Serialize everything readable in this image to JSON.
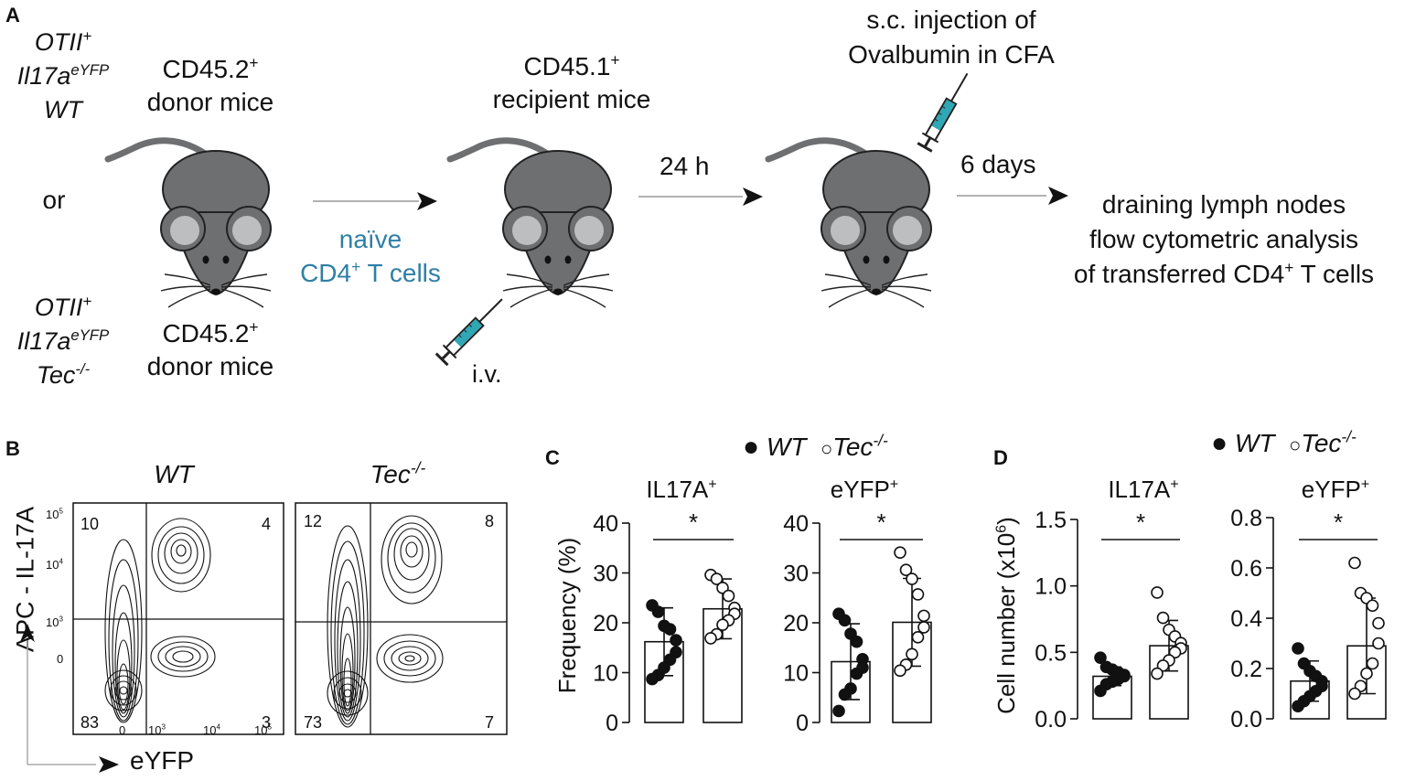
{
  "panel_letters": {
    "A": "A",
    "B": "B",
    "C": "C",
    "D": "D"
  },
  "panelA": {
    "donor1": {
      "line1": "OTII",
      "line1_sup": "+",
      "line2": "Il17a",
      "line2_sup": "eYFP",
      "line3": "WT"
    },
    "or_text": "or",
    "donor2": {
      "line1": "OTII",
      "line1_sup": "+",
      "line2": "Il17a",
      "line2_sup": "eYFP",
      "line3": "Tec",
      "line3_sup": "-/-"
    },
    "donor_top": {
      "cd": "CD45.2",
      "sup": "+",
      "label": "donor mice"
    },
    "donor_bottom": {
      "cd": "CD45.2",
      "sup": "+",
      "label": "donor mice"
    },
    "transfer": {
      "line1": "naïve",
      "line2_pre": "CD4",
      "line2_sup": "+",
      "line2_post": " T cells"
    },
    "recipient": {
      "cd": "CD45.1",
      "sup": "+",
      "label": "recipient mice"
    },
    "iv": "i.v.",
    "time1": "24 h",
    "injection": {
      "line1": "s.c. injection of",
      "line2": "Ovalbumin in CFA"
    },
    "time2": "6 days",
    "outcome": {
      "line1": "draining lymph nodes",
      "line2": "flow cytometric analysis",
      "line3_pre": "of transferred CD4",
      "line3_sup": "+",
      "line3_post": " T cells"
    },
    "colors": {
      "mouse_body": "#6e6f71",
      "mouse_ear": "#bdbebf",
      "syringe_fluid": "#2fa7b4",
      "teal_text": "#2f7fa5"
    }
  },
  "panelB": {
    "y_axis_label": "APC - IL-17A",
    "x_axis_label": "eYFP",
    "y_ticks": [
      "10",
      "10",
      "10",
      "0"
    ],
    "y_tick_sups": [
      "5",
      "4",
      "3",
      ""
    ],
    "x_ticks": [
      "0",
      "10",
      "10",
      "10"
    ],
    "x_tick_sups": [
      "",
      "3",
      "4",
      "5"
    ],
    "plots": [
      {
        "title": "WT",
        "title_sup": "",
        "q_ul": "10",
        "q_ur": "4",
        "q_ll": "83",
        "q_lr": "3"
      },
      {
        "title": "Tec",
        "title_sup": "-/-",
        "q_ul": "12",
        "q_ur": "8",
        "q_ll": "73",
        "q_lr": "7"
      }
    ]
  },
  "panelC": {
    "legend": {
      "wt": "WT",
      "tec": "Tec",
      "tec_sup": "-/-"
    },
    "ylabel": "Frequency (%)",
    "subplots": [
      {
        "title": "IL17A",
        "title_sup": "+",
        "star": "*"
      },
      {
        "title": "eYFP",
        "title_sup": "+",
        "star": "*"
      }
    ]
  },
  "panelD": {
    "legend": {
      "wt": "WT",
      "tec": "Tec",
      "tec_sup": "-/-"
    },
    "ylabel": "Cell number (x10",
    "ylabel_sup": "6",
    "ylabel_close": ")",
    "subplots": [
      {
        "title": "IL17A",
        "title_sup": "+",
        "star": "*"
      },
      {
        "title": "eYFP",
        "title_sup": "+",
        "star": "*"
      }
    ]
  },
  "chart_data": [
    {
      "type": "bar",
      "panel": "C",
      "title": "IL17A+",
      "categories": [
        "WT",
        "Tec-/-"
      ],
      "values": [
        16.2,
        22.8
      ],
      "errors": [
        6.8,
        6.0
      ],
      "points": [
        [
          23.5,
          22.2,
          19.4,
          18.7,
          16.5,
          14.1,
          12.6,
          11.0,
          9.5,
          8.7
        ],
        [
          29.6,
          28.8,
          27.0,
          25.4,
          23.0,
          21.8,
          20.5,
          19.6,
          17.7,
          16.9
        ]
      ],
      "ylabel": "Frequency (%)",
      "ylim": [
        0,
        40
      ],
      "yticks": [
        0,
        10,
        20,
        30,
        40
      ]
    },
    {
      "type": "bar",
      "panel": "C",
      "title": "eYFP+",
      "categories": [
        "WT",
        "Tec-/-"
      ],
      "values": [
        12.2,
        20.1
      ],
      "errors": [
        7.6,
        8.8
      ],
      "points": [
        [
          21.8,
          20.5,
          17.8,
          16.2,
          12.7,
          11.0,
          9.8,
          6.8,
          5.6,
          2.3
        ],
        [
          34.1,
          30.6,
          28.8,
          25.7,
          21.4,
          19.1,
          17.1,
          13.7,
          11.6,
          10.4
        ]
      ],
      "ylim": [
        0,
        40
      ],
      "yticks": [
        0,
        10,
        20,
        30,
        40
      ]
    },
    {
      "type": "bar",
      "panel": "D",
      "title": "IL17A+",
      "categories": [
        "WT",
        "Tec-/-"
      ],
      "values": [
        0.32,
        0.55
      ],
      "errors": [
        0.07,
        0.19
      ],
      "points": [
        [
          0.46,
          0.39,
          0.37,
          0.35,
          0.33,
          0.32,
          0.3,
          0.28,
          0.26,
          0.21
        ],
        [
          0.95,
          0.76,
          0.67,
          0.62,
          0.57,
          0.53,
          0.5,
          0.44,
          0.4,
          0.34
        ]
      ],
      "ylabel": "Cell number (x10^6)",
      "ylim": [
        0,
        1.5
      ],
      "yticks": [
        0.0,
        0.5,
        1.0,
        1.5
      ]
    },
    {
      "type": "bar",
      "panel": "D",
      "title": "eYFP+",
      "categories": [
        "WT",
        "Tec-/-"
      ],
      "values": [
        0.15,
        0.29
      ],
      "errors": [
        0.08,
        0.19
      ],
      "points": [
        [
          0.28,
          0.22,
          0.19,
          0.17,
          0.15,
          0.13,
          0.11,
          0.09,
          0.07,
          0.05
        ],
        [
          0.62,
          0.5,
          0.48,
          0.45,
          0.38,
          0.3,
          0.22,
          0.18,
          0.13,
          0.1
        ]
      ],
      "ylim": [
        0,
        0.8
      ],
      "yticks": [
        0.0,
        0.2,
        0.4,
        0.6,
        0.8
      ]
    }
  ]
}
